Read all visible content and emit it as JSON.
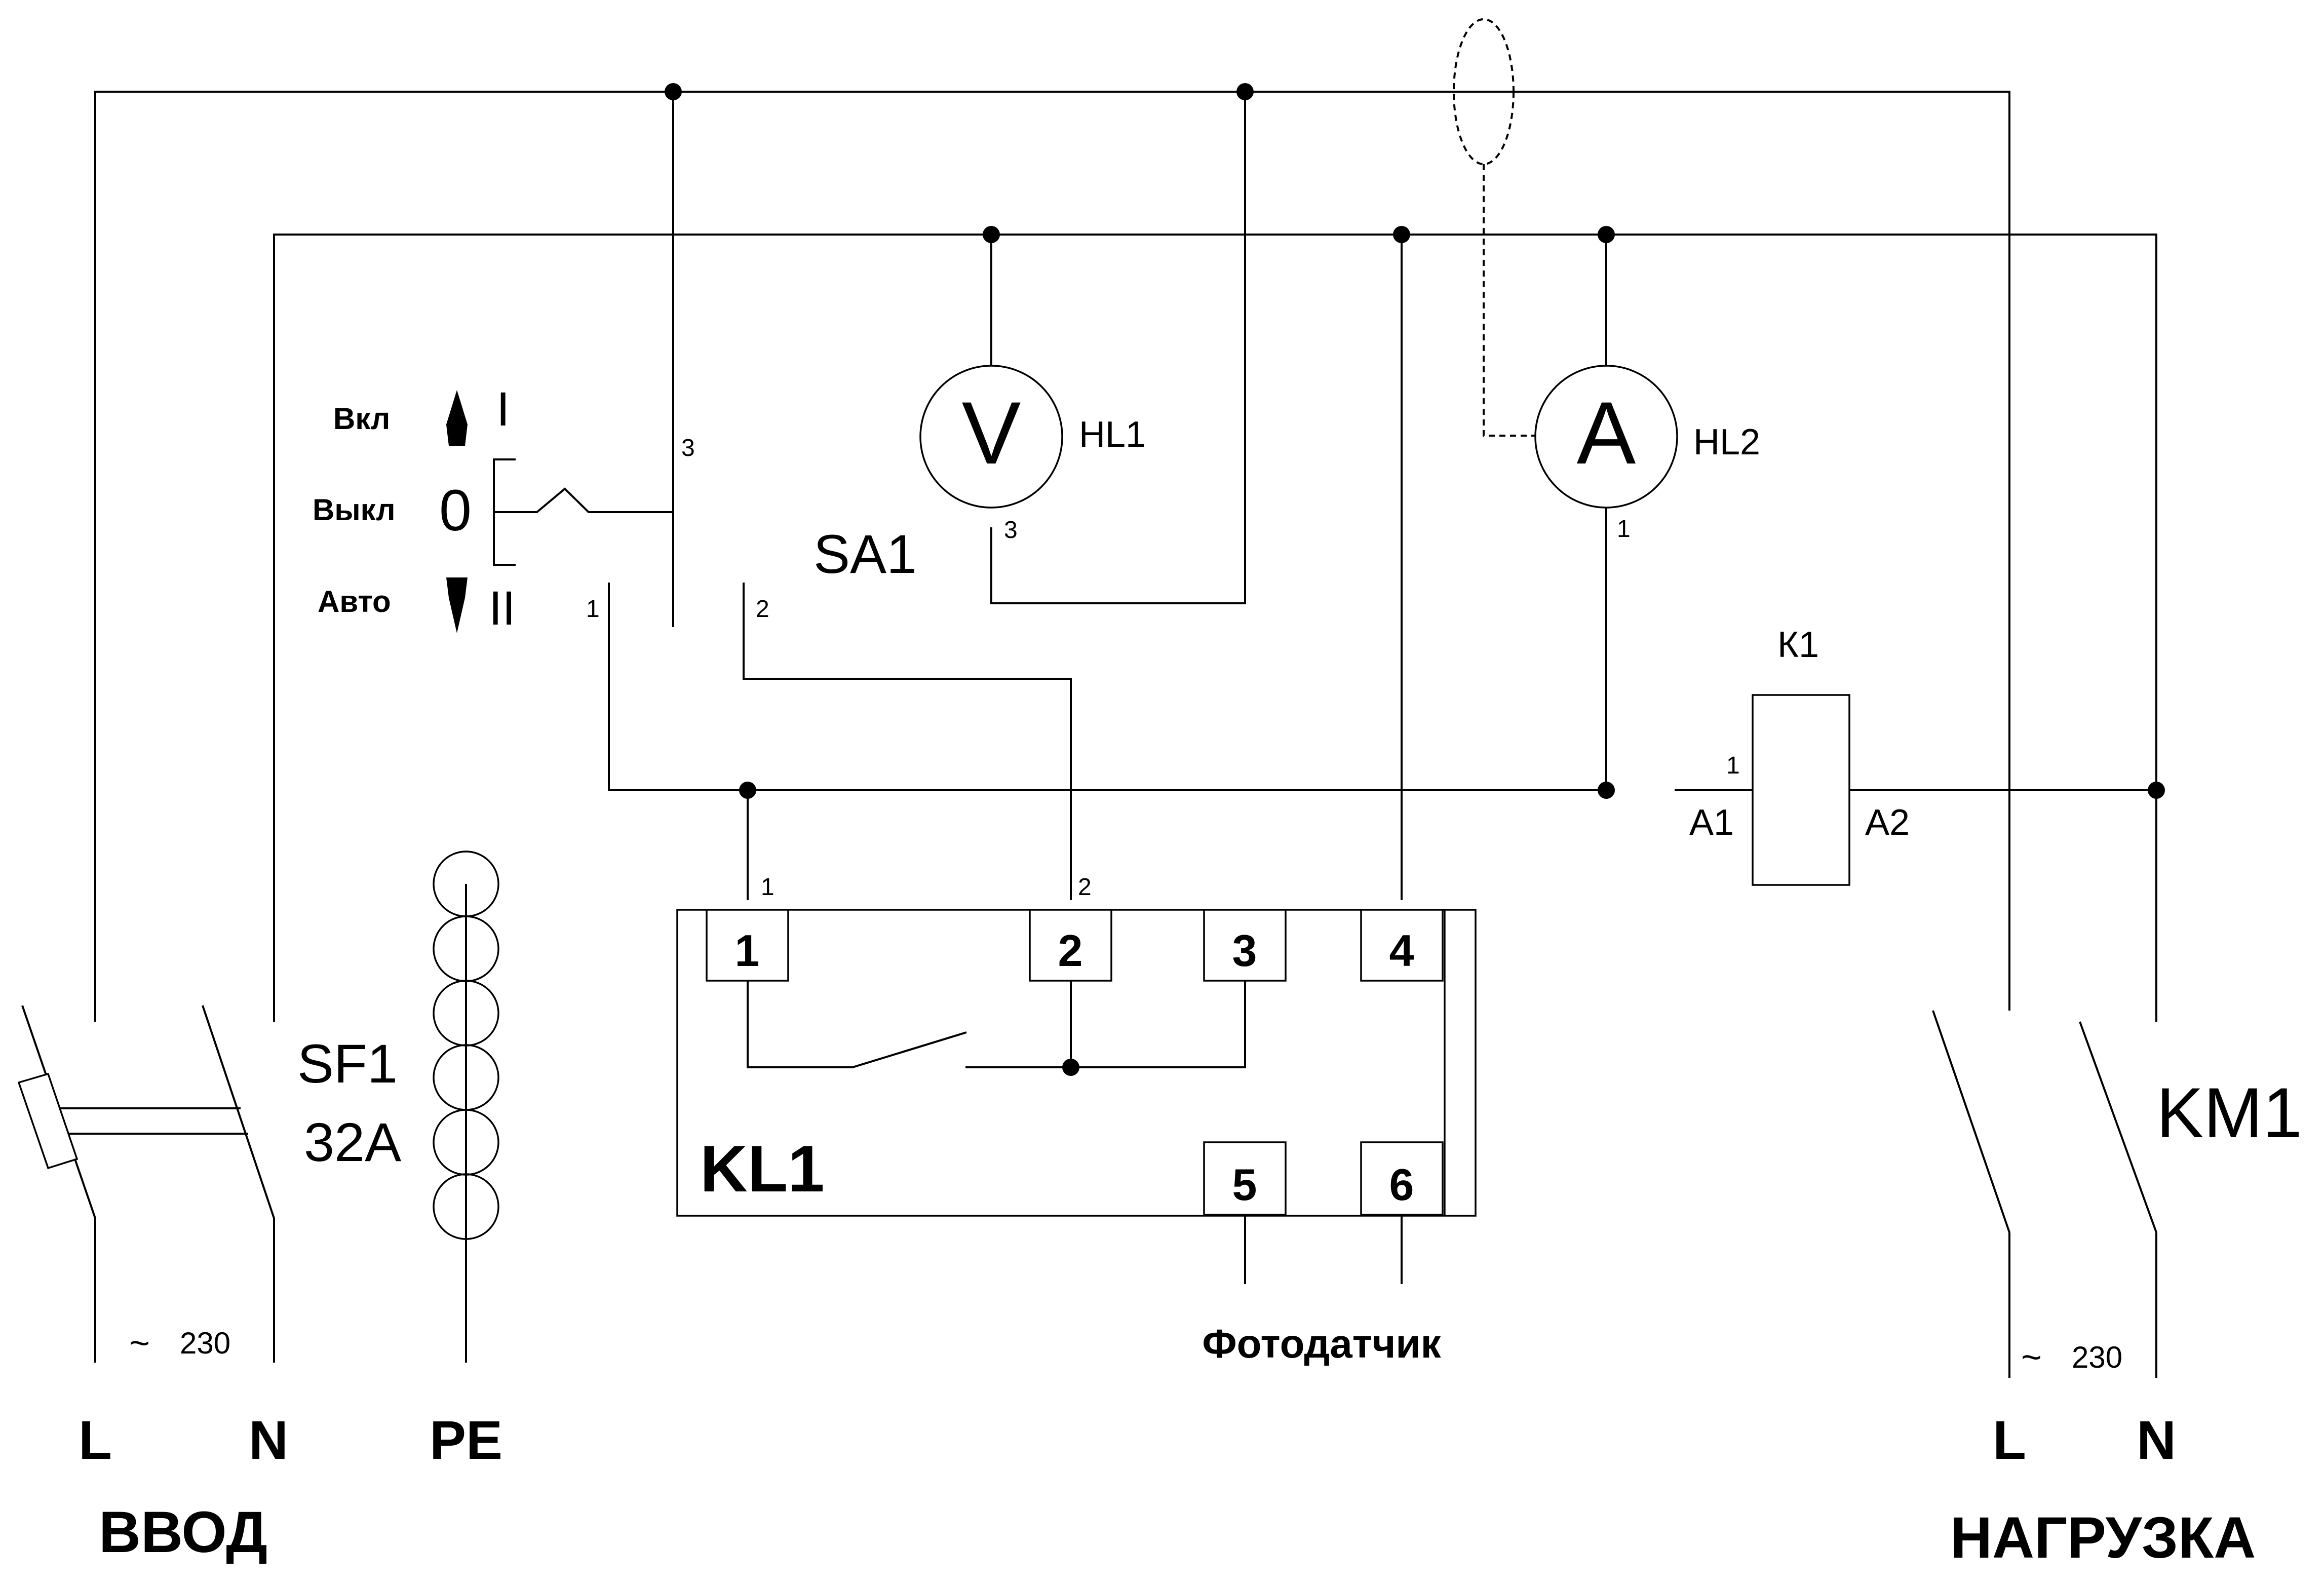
{
  "colors": {
    "line": "#000000",
    "background": "#ffffff"
  },
  "labels": {
    "vkl": "Вкл",
    "vykl": "Выкл",
    "avto": "Авто",
    "pos_on": "I",
    "pos_off": "0",
    "pos_auto": "II",
    "sa1": "SA1",
    "hl1": "HL1",
    "hl2": "HL2",
    "volt_symbol": "V",
    "amp_symbol": "A",
    "k1": "К1",
    "a1": "А1",
    "a2": "А2",
    "kl1": "KL1",
    "sf1": "SF1",
    "sf1_rating": "32A",
    "km1": "KM1",
    "photo_sensor": "Фотодатчик",
    "input_l": "L",
    "input_n": "N",
    "input_pe": "PE",
    "input_title": "ВВОД",
    "load_l": "L",
    "load_n": "N",
    "load_title": "НАГРУЗКА",
    "voltage_in": "230",
    "voltage_out": "230",
    "ac_symbol": "~"
  },
  "pins": {
    "sa1_p3": "3",
    "sa1_p1": "1",
    "sa1_p2": "2",
    "hl1_p3": "3",
    "hl2_p1": "1",
    "k1_p1": "1",
    "kl1_w1": "1",
    "kl1_w2": "2"
  },
  "kl1_terminals": [
    "1",
    "2",
    "3",
    "4",
    "5",
    "6"
  ]
}
